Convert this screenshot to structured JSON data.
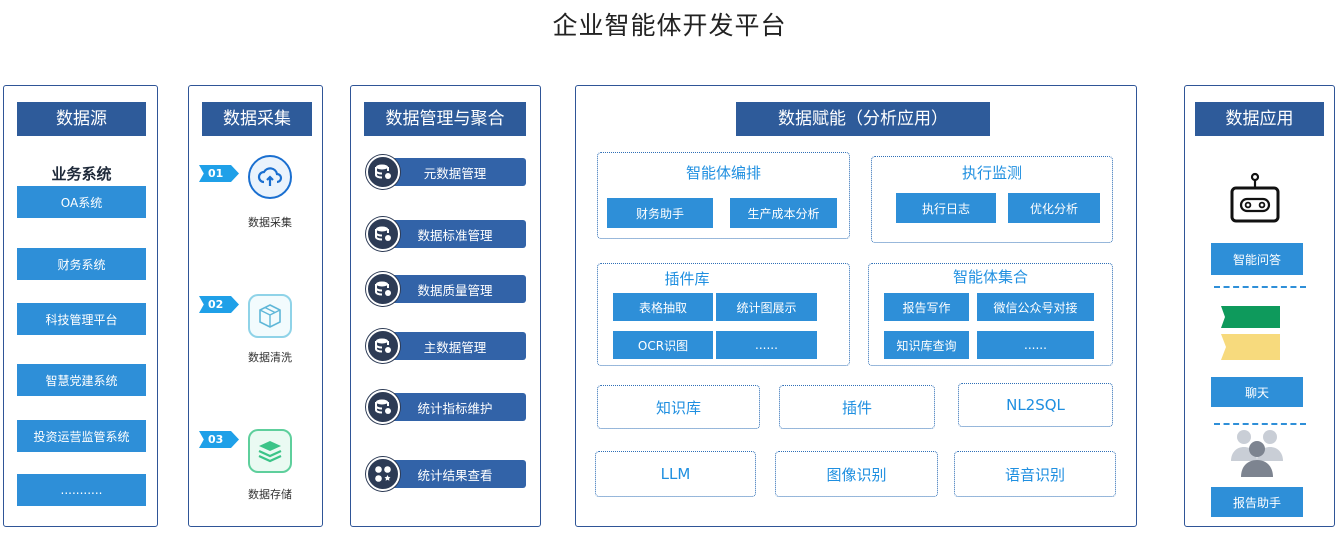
{
  "title": "企业智能体开发平台",
  "source": {
    "header": "数据源",
    "subheader": "业务系统",
    "items": [
      "OA系统",
      "财务系统",
      "科技管理平台",
      "智慧党建系统",
      "投资运营监管系统",
      "..........."
    ]
  },
  "collect": {
    "header": "数据采集",
    "steps": [
      {
        "num": "01",
        "label": "数据采集",
        "icon": "cloud-upload-icon"
      },
      {
        "num": "02",
        "label": "数据清洗",
        "icon": "cube-icon"
      },
      {
        "num": "03",
        "label": "数据存储",
        "icon": "layers-icon"
      }
    ]
  },
  "manage": {
    "header": "数据管理与聚合",
    "items": [
      "元数据管理",
      "数据标准管理",
      "数据质量管理",
      "主数据管理",
      "统计指标维护",
      "统计结果查看"
    ]
  },
  "enable": {
    "header": "数据赋能（分析应用）",
    "orchestration": {
      "title": "智能体编排",
      "buttons": [
        "财务助手",
        "生产成本分析"
      ]
    },
    "monitor": {
      "title": "执行监测",
      "buttons": [
        "执行日志",
        "优化分析"
      ]
    },
    "plugins": {
      "title": "插件库",
      "buttons": [
        "表格抽取",
        "统计图展示",
        "OCR识图",
        "......"
      ]
    },
    "agents": {
      "title": "智能体集合",
      "buttons": [
        "报告写作",
        "微信公众号对接",
        "知识库查询",
        "......"
      ]
    },
    "row1": [
      "知识库",
      "插件",
      "NL2SQL"
    ],
    "row2": [
      "LLM",
      "图像识别",
      "语音识别"
    ]
  },
  "apps": {
    "header": "数据应用",
    "items": [
      "智能问答",
      "聊天",
      "报告助手"
    ]
  },
  "colors": {
    "header": "#2e5b9a",
    "button": "#2e8fd8",
    "accent": "#1f8fe0",
    "border": "#2f5597"
  }
}
